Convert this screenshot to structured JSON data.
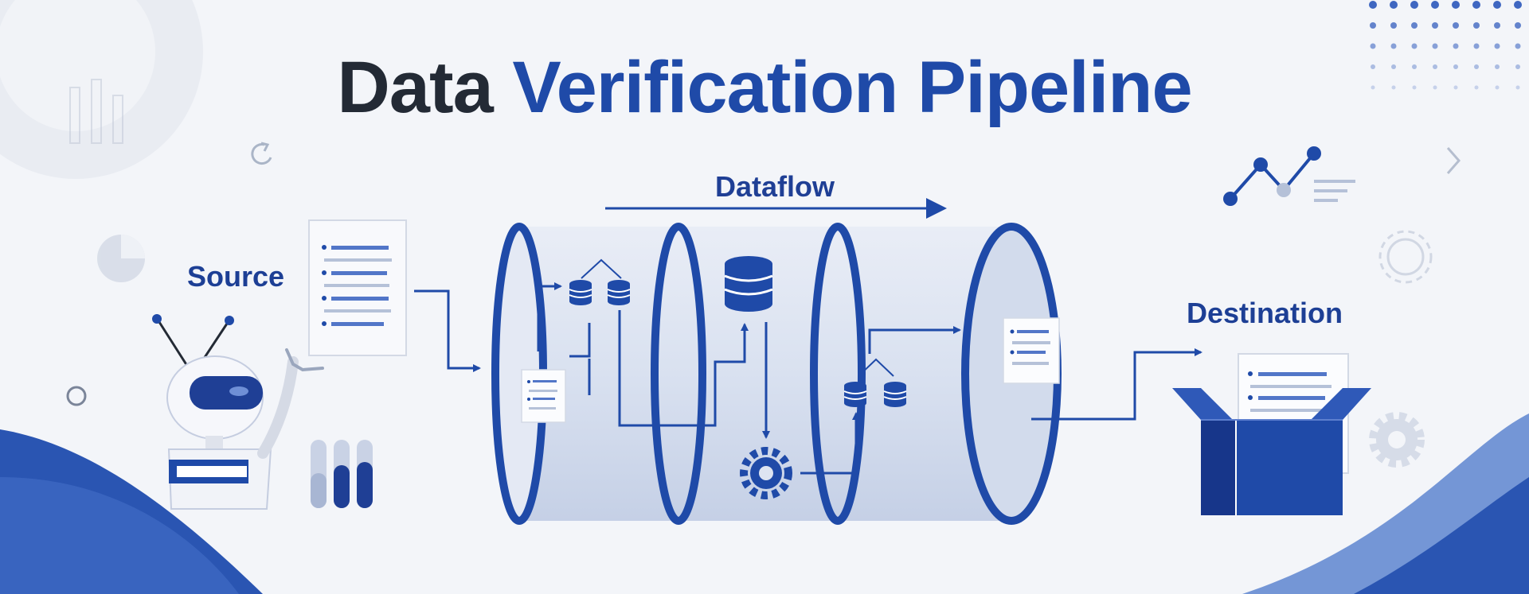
{
  "title": {
    "part1": "Data",
    "part2": "Verification Pipeline"
  },
  "labels": {
    "dataflow": "Dataflow",
    "source": "Source",
    "destination": "Destination"
  },
  "colors": {
    "primary": "#1f4aa8",
    "dark_text": "#232a35",
    "light_blue": "#c9d4ea",
    "pale_blue": "#e3e8f2",
    "background": "#f3f5f9"
  },
  "icons": {
    "source_robot": "robot-icon",
    "source_document": "document-icon",
    "bar_gauge": "bar-chart-icon",
    "pipeline": "cylinder-pipeline",
    "database": "database-icon",
    "transform": "gear-icon",
    "destination_box": "open-box-icon",
    "trend": "line-chart-icon"
  }
}
